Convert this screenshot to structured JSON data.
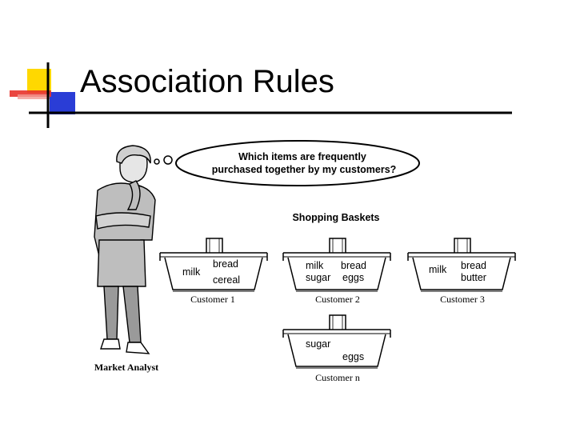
{
  "slide": {
    "title": "Association Rules"
  },
  "thought_bubble": {
    "line1": "Which items are frequently",
    "line2": "purchased together by my customers?"
  },
  "section_heading": "Shopping Baskets",
  "analyst_label": "Market Analyst",
  "baskets": [
    {
      "items": [
        "bread",
        "milk",
        "cereal"
      ],
      "caption": "Customer 1"
    },
    {
      "items": [
        "milk",
        "bread",
        "sugar",
        "eggs"
      ],
      "caption": "Customer 2"
    },
    {
      "items": [
        "milk",
        "bread",
        "butter"
      ],
      "caption": "Customer 3"
    },
    {
      "items": [
        "sugar",
        "eggs"
      ],
      "caption": "Customer n"
    }
  ],
  "colors": {
    "deco_yellow": "#FFD800",
    "deco_red": "#E8322B",
    "deco_blue": "#2A3DD6",
    "line": "#000000",
    "figure_fill": "#BEBEBE"
  }
}
